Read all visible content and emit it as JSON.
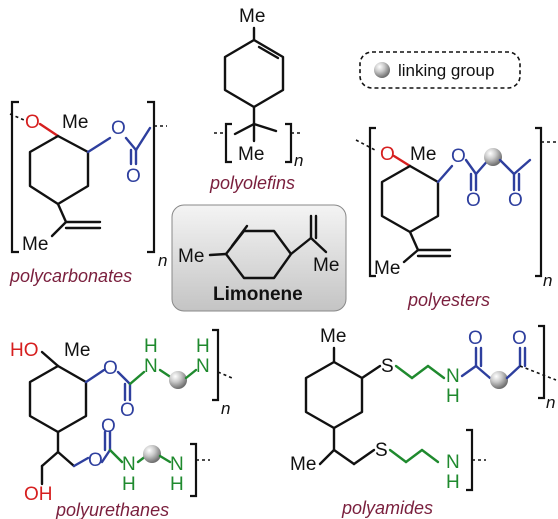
{
  "colors": {
    "oxygen_red": "#d61f1f",
    "carbonyl_blue": "#2e3f9e",
    "amine_green": "#1f8a2e",
    "polymer_label": "#7a1f3d",
    "bond": "#111111"
  },
  "atoms": {
    "me": "Me",
    "o": "O",
    "n": "N",
    "h": "H",
    "s": "S",
    "ho": "HO",
    "oh": "OH",
    "n_sub": "n"
  },
  "legend": {
    "icon": "linking-group-sphere-icon",
    "label": "linking group"
  },
  "center": {
    "label": "Limonene"
  },
  "polymers": {
    "polyolefins": "polyolefins",
    "polycarbonates": "polycarbonates",
    "polyesters": "polyesters",
    "polyurethanes": "polyurethanes",
    "polyamides": "polyamides"
  }
}
